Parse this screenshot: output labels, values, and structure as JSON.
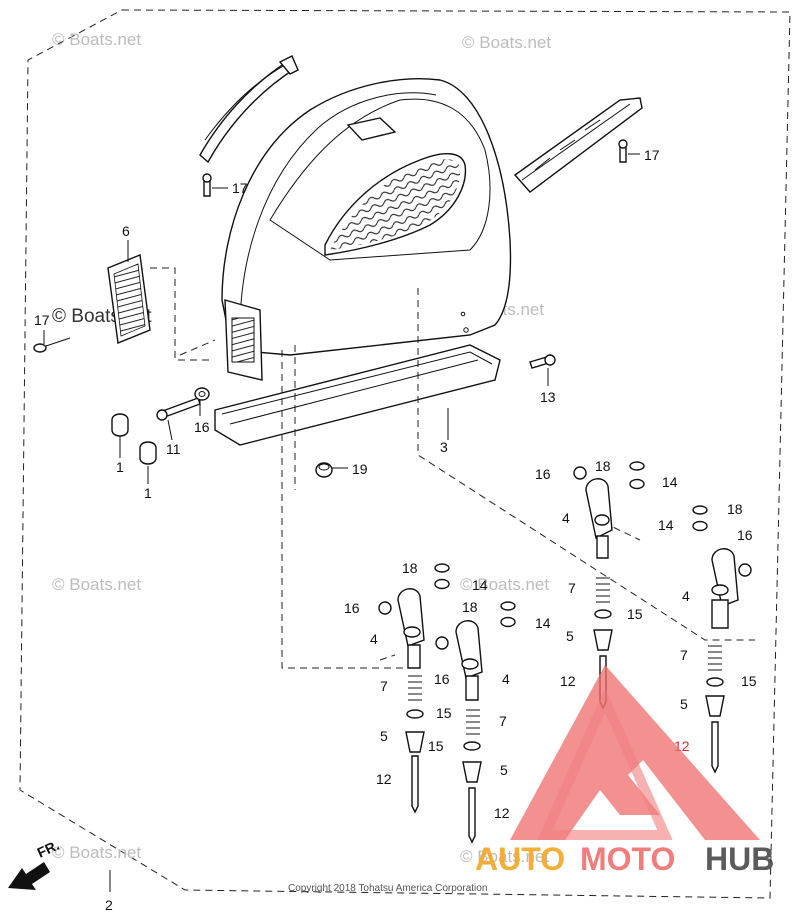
{
  "watermark": {
    "text": "© Boats.net"
  },
  "copyright": "Copyright 2018 Tohatsu America Corporation",
  "front_marker": "FR.",
  "logo": {
    "text_auto": "AUTO",
    "text_moto": "MOTO",
    "text_hub": "HUB",
    "color_red": "#f07070",
    "color_orange": "#f5a623",
    "color_dark": "#4a4a4a"
  },
  "callouts": [
    {
      "id": "c-2",
      "text": "2"
    },
    {
      "id": "c-3",
      "text": "3"
    },
    {
      "id": "c-6",
      "text": "6"
    },
    {
      "id": "c-17a",
      "text": "17"
    },
    {
      "id": "c-17b",
      "text": "17"
    },
    {
      "id": "c-17c",
      "text": "17"
    },
    {
      "id": "c-13",
      "text": "13"
    },
    {
      "id": "c-16a",
      "text": "16"
    },
    {
      "id": "c-11",
      "text": "11"
    },
    {
      "id": "c-1a",
      "text": "1"
    },
    {
      "id": "c-1b",
      "text": "1"
    },
    {
      "id": "c-19",
      "text": "19"
    },
    {
      "id": "c-16b",
      "text": "16"
    },
    {
      "id": "c-18a",
      "text": "18"
    },
    {
      "id": "c-14a",
      "text": "14"
    },
    {
      "id": "c-4a",
      "text": "4"
    },
    {
      "id": "c-18b",
      "text": "18"
    },
    {
      "id": "c-14b",
      "text": "14"
    },
    {
      "id": "c-16c",
      "text": "16"
    },
    {
      "id": "c-4b",
      "text": "4"
    },
    {
      "id": "c-18c",
      "text": "18"
    },
    {
      "id": "c-14c",
      "text": "14"
    },
    {
      "id": "c-16d",
      "text": "16"
    },
    {
      "id": "c-4c",
      "text": "4"
    },
    {
      "id": "c-18d",
      "text": "18"
    },
    {
      "id": "c-14d",
      "text": "14"
    },
    {
      "id": "c-16e",
      "text": "16"
    },
    {
      "id": "c-4d",
      "text": "4"
    },
    {
      "id": "c-7a",
      "text": "7"
    },
    {
      "id": "c-15a",
      "text": "15"
    },
    {
      "id": "c-5a",
      "text": "5"
    },
    {
      "id": "c-12a",
      "text": "12"
    },
    {
      "id": "c-7b",
      "text": "7"
    },
    {
      "id": "c-15b",
      "text": "15"
    },
    {
      "id": "c-5b",
      "text": "5"
    },
    {
      "id": "c-12b",
      "text": "12"
    },
    {
      "id": "c-7c",
      "text": "7"
    },
    {
      "id": "c-15c",
      "text": "15"
    },
    {
      "id": "c-5c",
      "text": "5"
    },
    {
      "id": "c-12c",
      "text": "12"
    },
    {
      "id": "c-7d",
      "text": "7"
    },
    {
      "id": "c-15d",
      "text": "15"
    },
    {
      "id": "c-5d",
      "text": "5"
    },
    {
      "id": "c-12d",
      "text": "12"
    }
  ]
}
